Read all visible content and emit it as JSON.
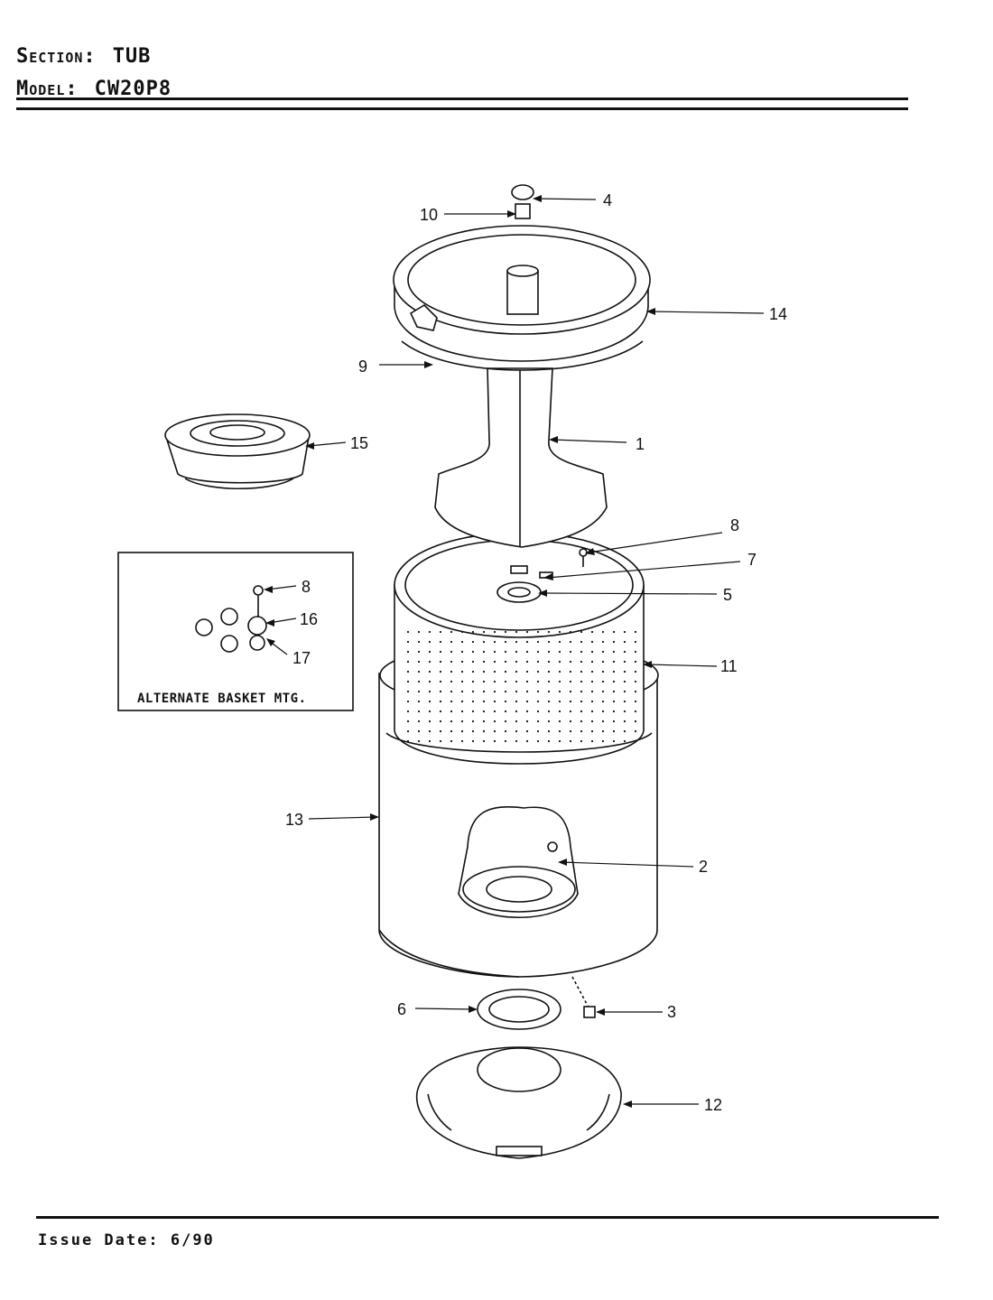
{
  "header": {
    "section_label": "Section:",
    "section_value": "TUB",
    "model_label": "Model:",
    "model_value": "CW20P8"
  },
  "footer": {
    "issue_date_label": "Issue Date:",
    "issue_date_value": "6/90"
  },
  "diagram": {
    "callouts": [
      "1",
      "2",
      "3",
      "4",
      "5",
      "6",
      "7",
      "8",
      "9",
      "10",
      "11",
      "12",
      "13",
      "14",
      "15"
    ],
    "inset": {
      "caption": "ALTERNATE BASKET MTG.",
      "callouts": [
        "8",
        "16",
        "17"
      ]
    }
  }
}
